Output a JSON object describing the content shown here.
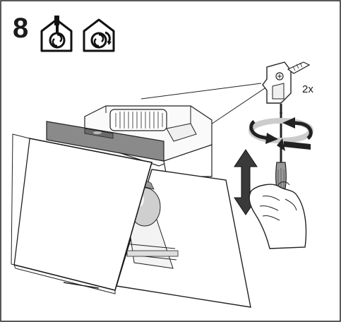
{
  "step": {
    "number": "8",
    "mode_icons": [
      "house-exhaust-icon",
      "house-recirculation-icon"
    ]
  },
  "callout": {
    "quantity_label": "2x"
  },
  "illustration": {
    "subject": "hood-mounting-bracket-screw-adjustment",
    "tool": "screwdriver-icon",
    "motion": [
      "rotate-arrows-icon",
      "vertical-adjust-arrow-icon"
    ]
  }
}
